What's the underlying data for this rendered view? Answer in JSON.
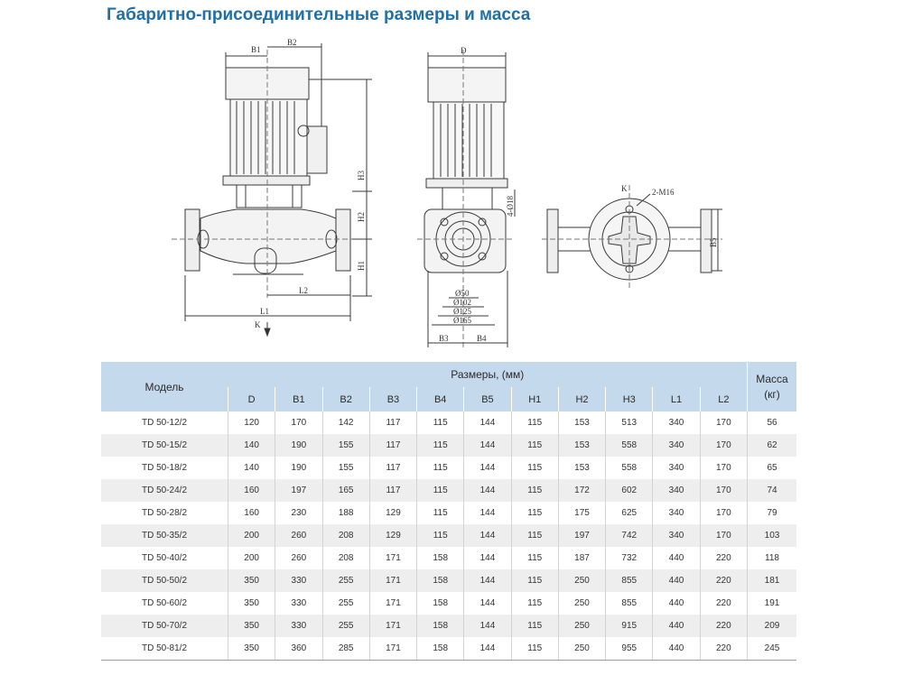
{
  "title": "Габаритно-присоединительные размеры и масса",
  "drawing": {
    "front": {
      "B1": "B1",
      "B2": "B2",
      "H1": "H1",
      "H2": "H2",
      "H3": "H3",
      "L1": "L1",
      "L2": "L2",
      "K": "K"
    },
    "side": {
      "D": "D",
      "hole": "4-Ø18",
      "d1": "Ø50",
      "d2": "Ø102",
      "d3": "Ø125",
      "d4": "Ø165",
      "B3": "B3",
      "B4": "B4"
    },
    "top": {
      "K": "K",
      "bolt": "2-M16",
      "B5": "B5"
    }
  },
  "table": {
    "model_header": "Модель",
    "dims_header": "Размеры, (мм)",
    "mass_header_1": "Масса",
    "mass_header_2": "(кг)",
    "columns": [
      "D",
      "B1",
      "B2",
      "B3",
      "B4",
      "B5",
      "H1",
      "H2",
      "H3",
      "L1",
      "L2"
    ],
    "rows": [
      [
        "TD 50-12/2",
        "120",
        "170",
        "142",
        "117",
        "115",
        "144",
        "115",
        "153",
        "513",
        "340",
        "170",
        "56"
      ],
      [
        "TD 50-15/2",
        "140",
        "190",
        "155",
        "117",
        "115",
        "144",
        "115",
        "153",
        "558",
        "340",
        "170",
        "62"
      ],
      [
        "TD 50-18/2",
        "140",
        "190",
        "155",
        "117",
        "115",
        "144",
        "115",
        "153",
        "558",
        "340",
        "170",
        "65"
      ],
      [
        "TD 50-24/2",
        "160",
        "197",
        "165",
        "117",
        "115",
        "144",
        "115",
        "172",
        "602",
        "340",
        "170",
        "74"
      ],
      [
        "TD 50-28/2",
        "160",
        "230",
        "188",
        "129",
        "115",
        "144",
        "115",
        "175",
        "625",
        "340",
        "170",
        "79"
      ],
      [
        "TD 50-35/2",
        "200",
        "260",
        "208",
        "129",
        "115",
        "144",
        "115",
        "197",
        "742",
        "340",
        "170",
        "103"
      ],
      [
        "TD 50-40/2",
        "200",
        "260",
        "208",
        "171",
        "158",
        "144",
        "115",
        "187",
        "732",
        "440",
        "220",
        "118"
      ],
      [
        "TD 50-50/2",
        "350",
        "330",
        "255",
        "171",
        "158",
        "144",
        "115",
        "250",
        "855",
        "440",
        "220",
        "181"
      ],
      [
        "TD 50-60/2",
        "350",
        "330",
        "255",
        "171",
        "158",
        "144",
        "115",
        "250",
        "855",
        "440",
        "220",
        "191"
      ],
      [
        "TD 50-70/2",
        "350",
        "330",
        "255",
        "171",
        "158",
        "144",
        "115",
        "250",
        "915",
        "440",
        "220",
        "209"
      ],
      [
        "TD 50-81/2",
        "350",
        "360",
        "285",
        "171",
        "158",
        "144",
        "115",
        "250",
        "955",
        "440",
        "220",
        "245"
      ]
    ]
  }
}
